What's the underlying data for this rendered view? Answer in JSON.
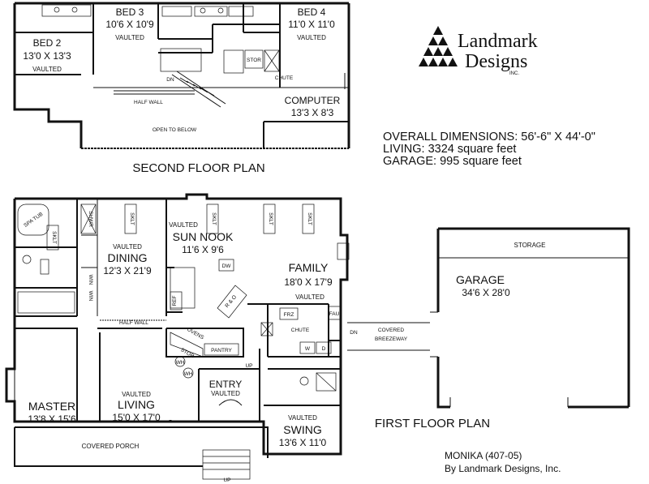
{
  "plan_titles": {
    "second_floor": "SECOND FLOOR PLAN",
    "first_floor": "FIRST FLOOR PLAN"
  },
  "logo": {
    "line1": "Landmark",
    "line2": "Designs",
    "suffix": "INC."
  },
  "summary": {
    "overall": "OVERALL DIMENSIONS: 56'-6\" X 44'-0\"",
    "living": "LIVING: 3324 square feet",
    "garage": "GARAGE: 995 square feet"
  },
  "credit": {
    "name": "MONIKA (407-05)",
    "by": "By Landmark Designs, Inc."
  },
  "second_floor": {
    "bed2": {
      "name": "BED 2",
      "size": "13'0 X 13'3",
      "note": "VAULTED"
    },
    "bed3": {
      "name": "BED 3",
      "size": "10'6 X 10'9",
      "note": "VAULTED"
    },
    "bed4": {
      "name": "BED 4",
      "size": "11'0 X 11'0",
      "note": "VAULTED"
    },
    "computer": {
      "name": "COMPUTER",
      "size": "13'3 X 8'3"
    },
    "stor": "STOR",
    "chute": "CHUTE",
    "dn": "DN",
    "half_wall": "HALF WALL",
    "open_below": "OPEN TO BELOW"
  },
  "first_floor": {
    "master": {
      "name": "MASTER",
      "size": "13'8 X 15'6"
    },
    "living": {
      "name": "LIVING",
      "size": "15'0 X 17'0",
      "note": "VAULTED"
    },
    "dining": {
      "name": "DINING",
      "size": "12'3 X 21'9",
      "note": "VAULTED"
    },
    "sun_nook": {
      "name": "SUN NOOK",
      "size": "11'6 X 9'6",
      "note": "VAULTED"
    },
    "family": {
      "name": "FAMILY",
      "size": "18'0 X 17'9",
      "note": "VAULTED"
    },
    "swing": {
      "name": "SWING",
      "size": "13'6 X 11'0",
      "note": "VAULTED"
    },
    "entry": {
      "name": "ENTRY",
      "note": "VAULTED"
    },
    "porch": "COVERED PORCH",
    "breezeway": {
      "line1": "COVERED",
      "line2": "BREEZEWAY"
    },
    "garage": {
      "name": "GARAGE",
      "size": "34'6 X 28'0"
    },
    "storage": "STORAGE",
    "half_wall": "HALF WALL",
    "spa_tub": "SPA TUB",
    "shwr": "SHWR",
    "sklt": "SKLT",
    "win": "WIN",
    "pantry": "PANTRY",
    "ovens": "OVENS",
    "stor": "STOR",
    "wh": "WH",
    "ref": "REF",
    "dw": "DW",
    "r_o": "R & O",
    "frz": "FRZ",
    "fau": "FAU",
    "chute": "CHUTE",
    "w": "W",
    "d": "D",
    "up": "UP",
    "dn": "DN"
  }
}
